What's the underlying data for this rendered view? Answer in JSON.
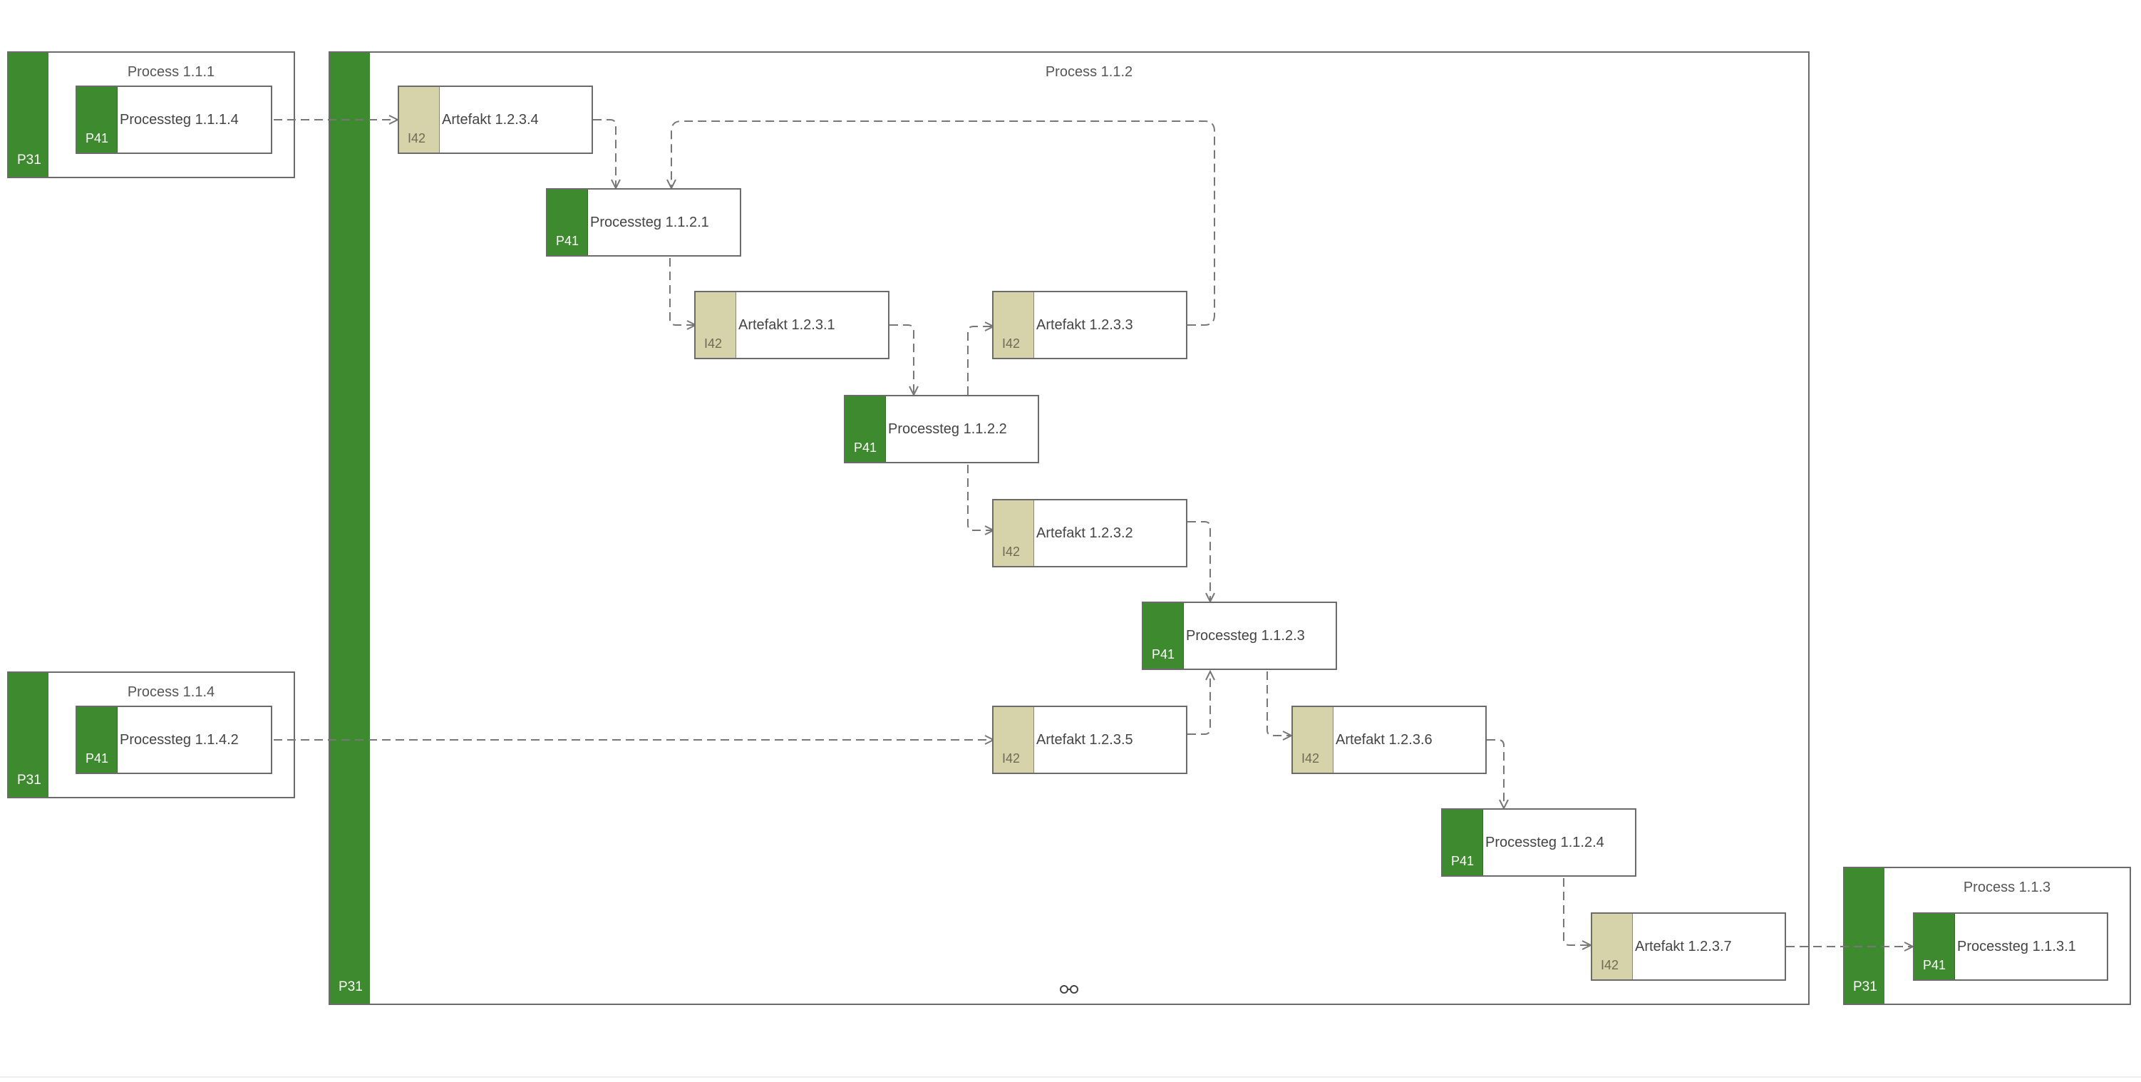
{
  "containers": {
    "c111": {
      "title": "Process 1.1.1",
      "code": "P31"
    },
    "c112": {
      "title": "Process 1.1.2",
      "code": "P31"
    },
    "c113": {
      "title": "Process 1.1.3",
      "code": "P31"
    },
    "c114": {
      "title": "Process 1.1.4",
      "code": "P31"
    }
  },
  "nodes": {
    "ps1114": {
      "label": "Processteg 1.1.1.4",
      "code": "P41"
    },
    "ps1142": {
      "label": "Processteg 1.1.4.2",
      "code": "P41"
    },
    "ps1131": {
      "label": "Processteg 1.1.3.1",
      "code": "P41"
    },
    "ps1121": {
      "label": "Processteg 1.1.2.1",
      "code": "P41"
    },
    "ps1122": {
      "label": "Processteg 1.1.2.2",
      "code": "P41"
    },
    "ps1123": {
      "label": "Processteg 1.1.2.3",
      "code": "P41"
    },
    "ps1124": {
      "label": "Processteg 1.1.2.4",
      "code": "P41"
    },
    "a1234": {
      "label": "Artefakt 1.2.3.4",
      "code": "I42"
    },
    "a1231": {
      "label": "Artefakt 1.2.3.1",
      "code": "I42"
    },
    "a1233": {
      "label": "Artefakt 1.2.3.3",
      "code": "I42"
    },
    "a1232": {
      "label": "Artefakt 1.2.3.2",
      "code": "I42"
    },
    "a1235": {
      "label": "Artefakt 1.2.3.5",
      "code": "I42"
    },
    "a1236": {
      "label": "Artefakt 1.2.3.6",
      "code": "I42"
    },
    "a1237": {
      "label": "Artefakt 1.2.3.7",
      "code": "I42"
    }
  },
  "icons": {
    "link": "link-icon"
  },
  "colors": {
    "process_green": "#3e8a2e",
    "artifact_beige": "#d6d3ab",
    "border_gray": "#6b6b6b",
    "edge_gray": "#777777"
  }
}
